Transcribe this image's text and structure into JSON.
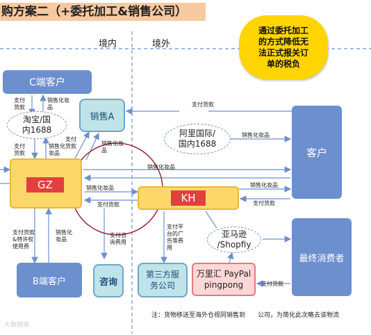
{
  "title": "购方案二（+委托加工&销售公司）",
  "regions": {
    "domestic": "境内",
    "overseas": "境外"
  },
  "callout": [
    "通过委托加工",
    "的方式降低无",
    "法正式报关订",
    "单的税负"
  ],
  "nodes": {
    "c_client": "C端客户",
    "taobao": [
      "淘宝/国",
      "内1688"
    ],
    "sales_a": "销售A",
    "gz": "GZ",
    "alibaba": [
      "阿里国际/",
      "国内1688"
    ],
    "customer": "客户",
    "kh": "KH",
    "amazon": [
      "亚马逊",
      "/Shopfiy"
    ],
    "end_consumer": "最终消费者",
    "b_client": "B端客户",
    "consult": "咨询",
    "third_party": [
      "第三方服",
      "务公司"
    ],
    "paypal": [
      "万里汇 PayPal",
      "pingpong"
    ]
  },
  "labels": {
    "pay_goods": "支付货款",
    "pay_goods_2": "支付货款",
    "pay_goods_3": "支付货款",
    "pay_goods_4": "支付货款",
    "pay_goods_5": "支付货款",
    "pay_goods_6": "支付货款",
    "pay_goods_7": "支付货款",
    "cosmetics_1": "销售化妆品",
    "cosmetics_2": "销售化妆品",
    "cosmetics_3": "销售化妆品",
    "cosmetics_4": "销售化妆品",
    "cosmetics_5": "销售化妆品",
    "cosmetics_6": "销售化妆品",
    "cosmetics_7": "销售化妆品",
    "cosmetics_8": "销售化妆品",
    "pay_royalty": "支付货款&特许权使用费",
    "pay_consult": "支付咨询费用",
    "pay_platform": "支付平台的广告等费用"
  },
  "footnote": "注：货物移送至海外仓视同销售到　　公司，为简化此次略去该物流",
  "watermark": "大数跨境"
}
